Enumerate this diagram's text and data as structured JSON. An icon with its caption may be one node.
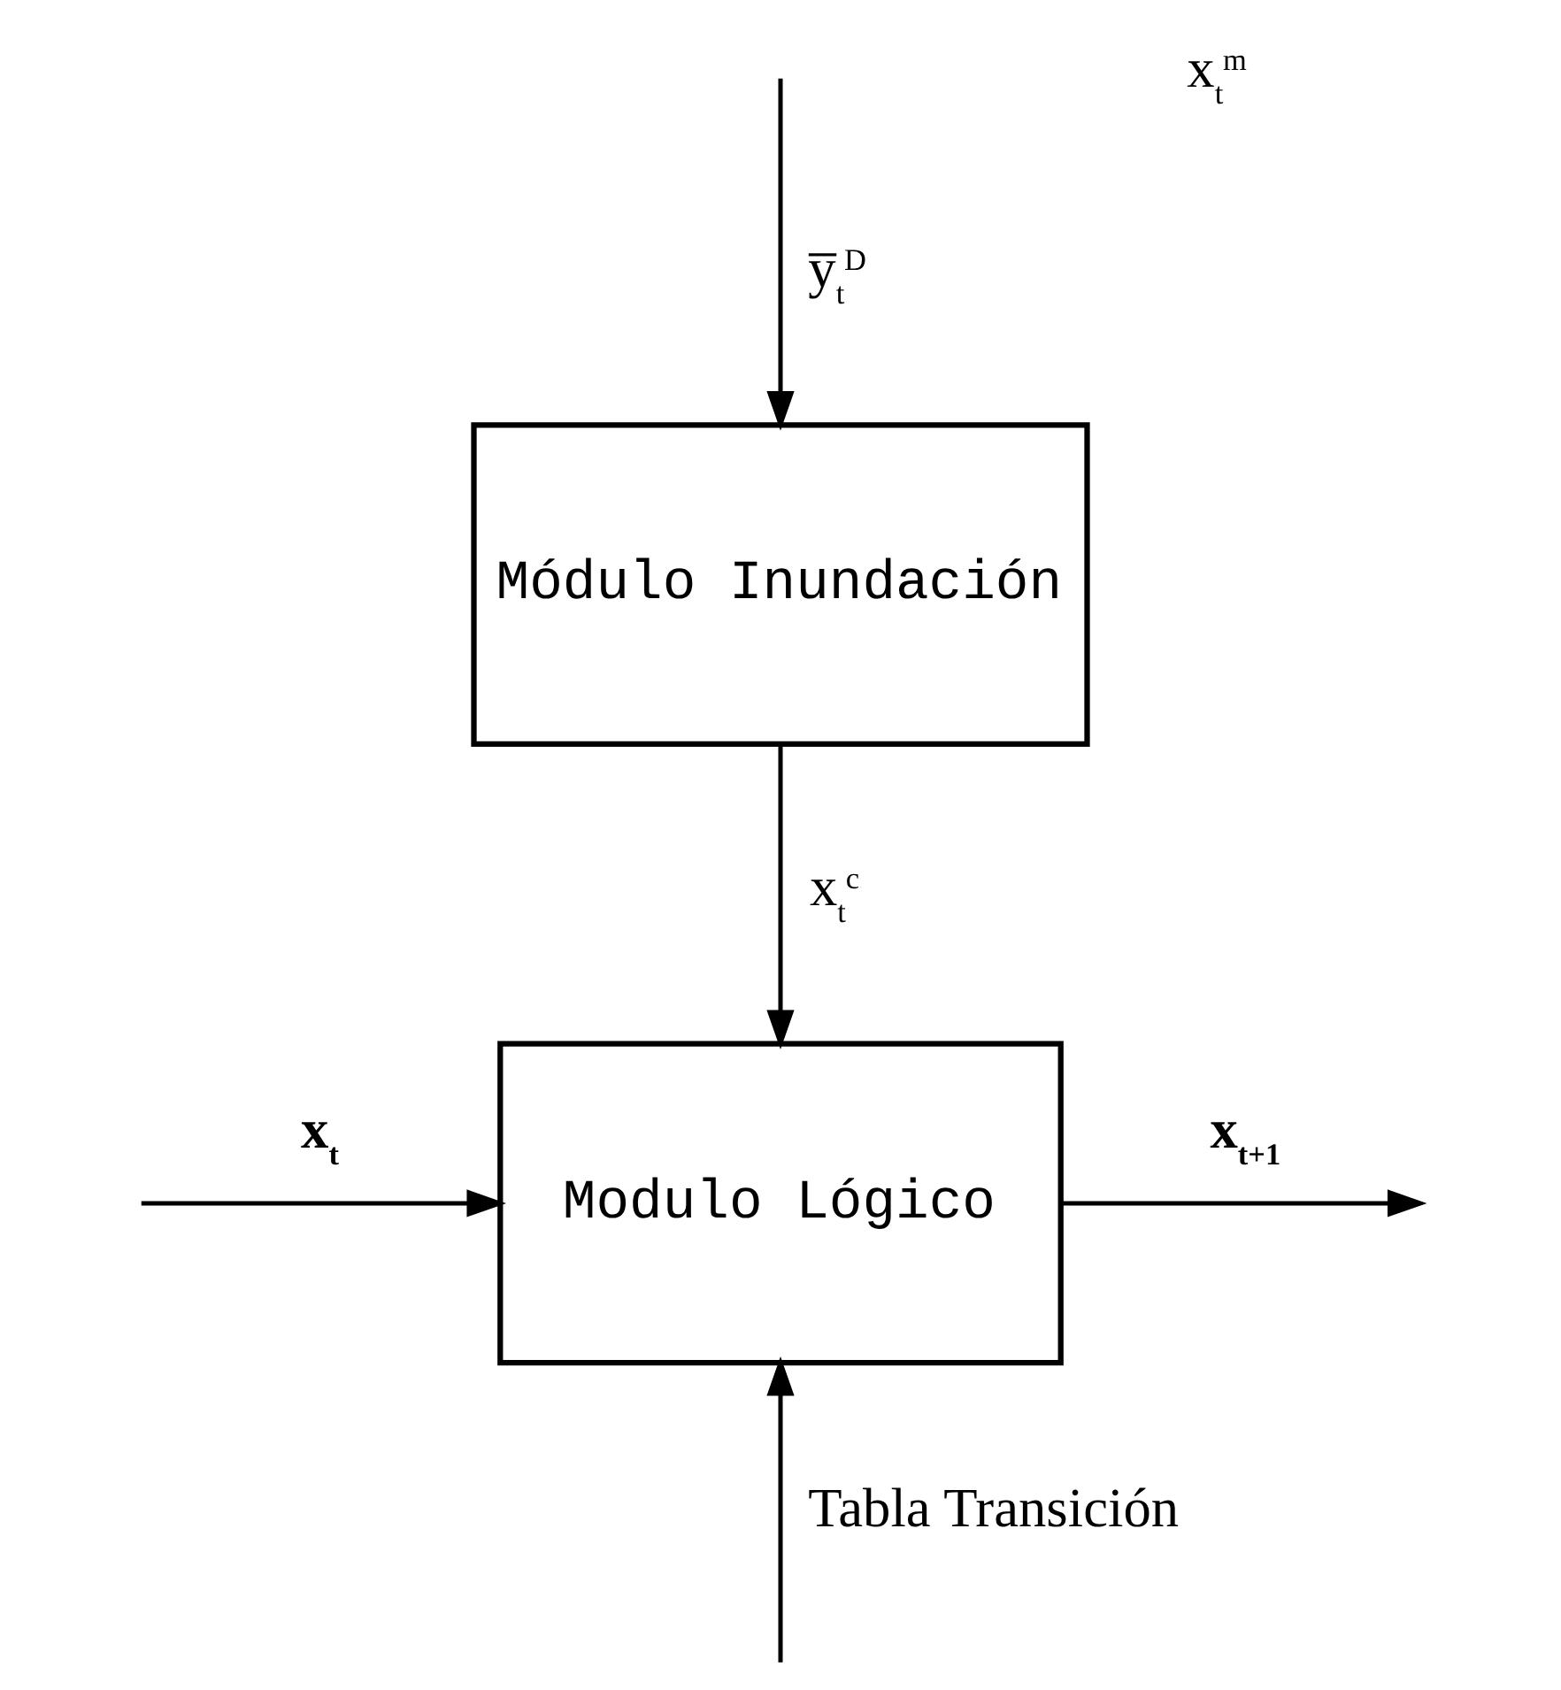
{
  "diagram": {
    "nodes": [
      {
        "text": [
          "Módulo Inundación"
        ]
      },
      {
        "text": [
          "Modulo Lógico"
        ]
      }
    ],
    "edges": [
      {
        "from": null,
        "to": 0,
        "arrow": "to",
        "label": "y̅$_{t}$$^{D}$"
      },
      {
        "from": 0,
        "to": 1,
        "arrow": "to",
        "label": "x$_{t}$$^{c}$"
      },
      {
        "from": null,
        "to": 1,
        "arrow": "to",
        "label": "**x$_{t}$**"
      },
      {
        "from": 1,
        "to": null,
        "arrow": "to",
        "label": "**x$_{t+1}$**"
      },
      {
        "from": null,
        "to": 1,
        "arrow": "to",
        "label": "Tabla Transición"
      }
    ],
    "labels": [
      "x$_{t}$$^{m}$"
    ]
  }
}
